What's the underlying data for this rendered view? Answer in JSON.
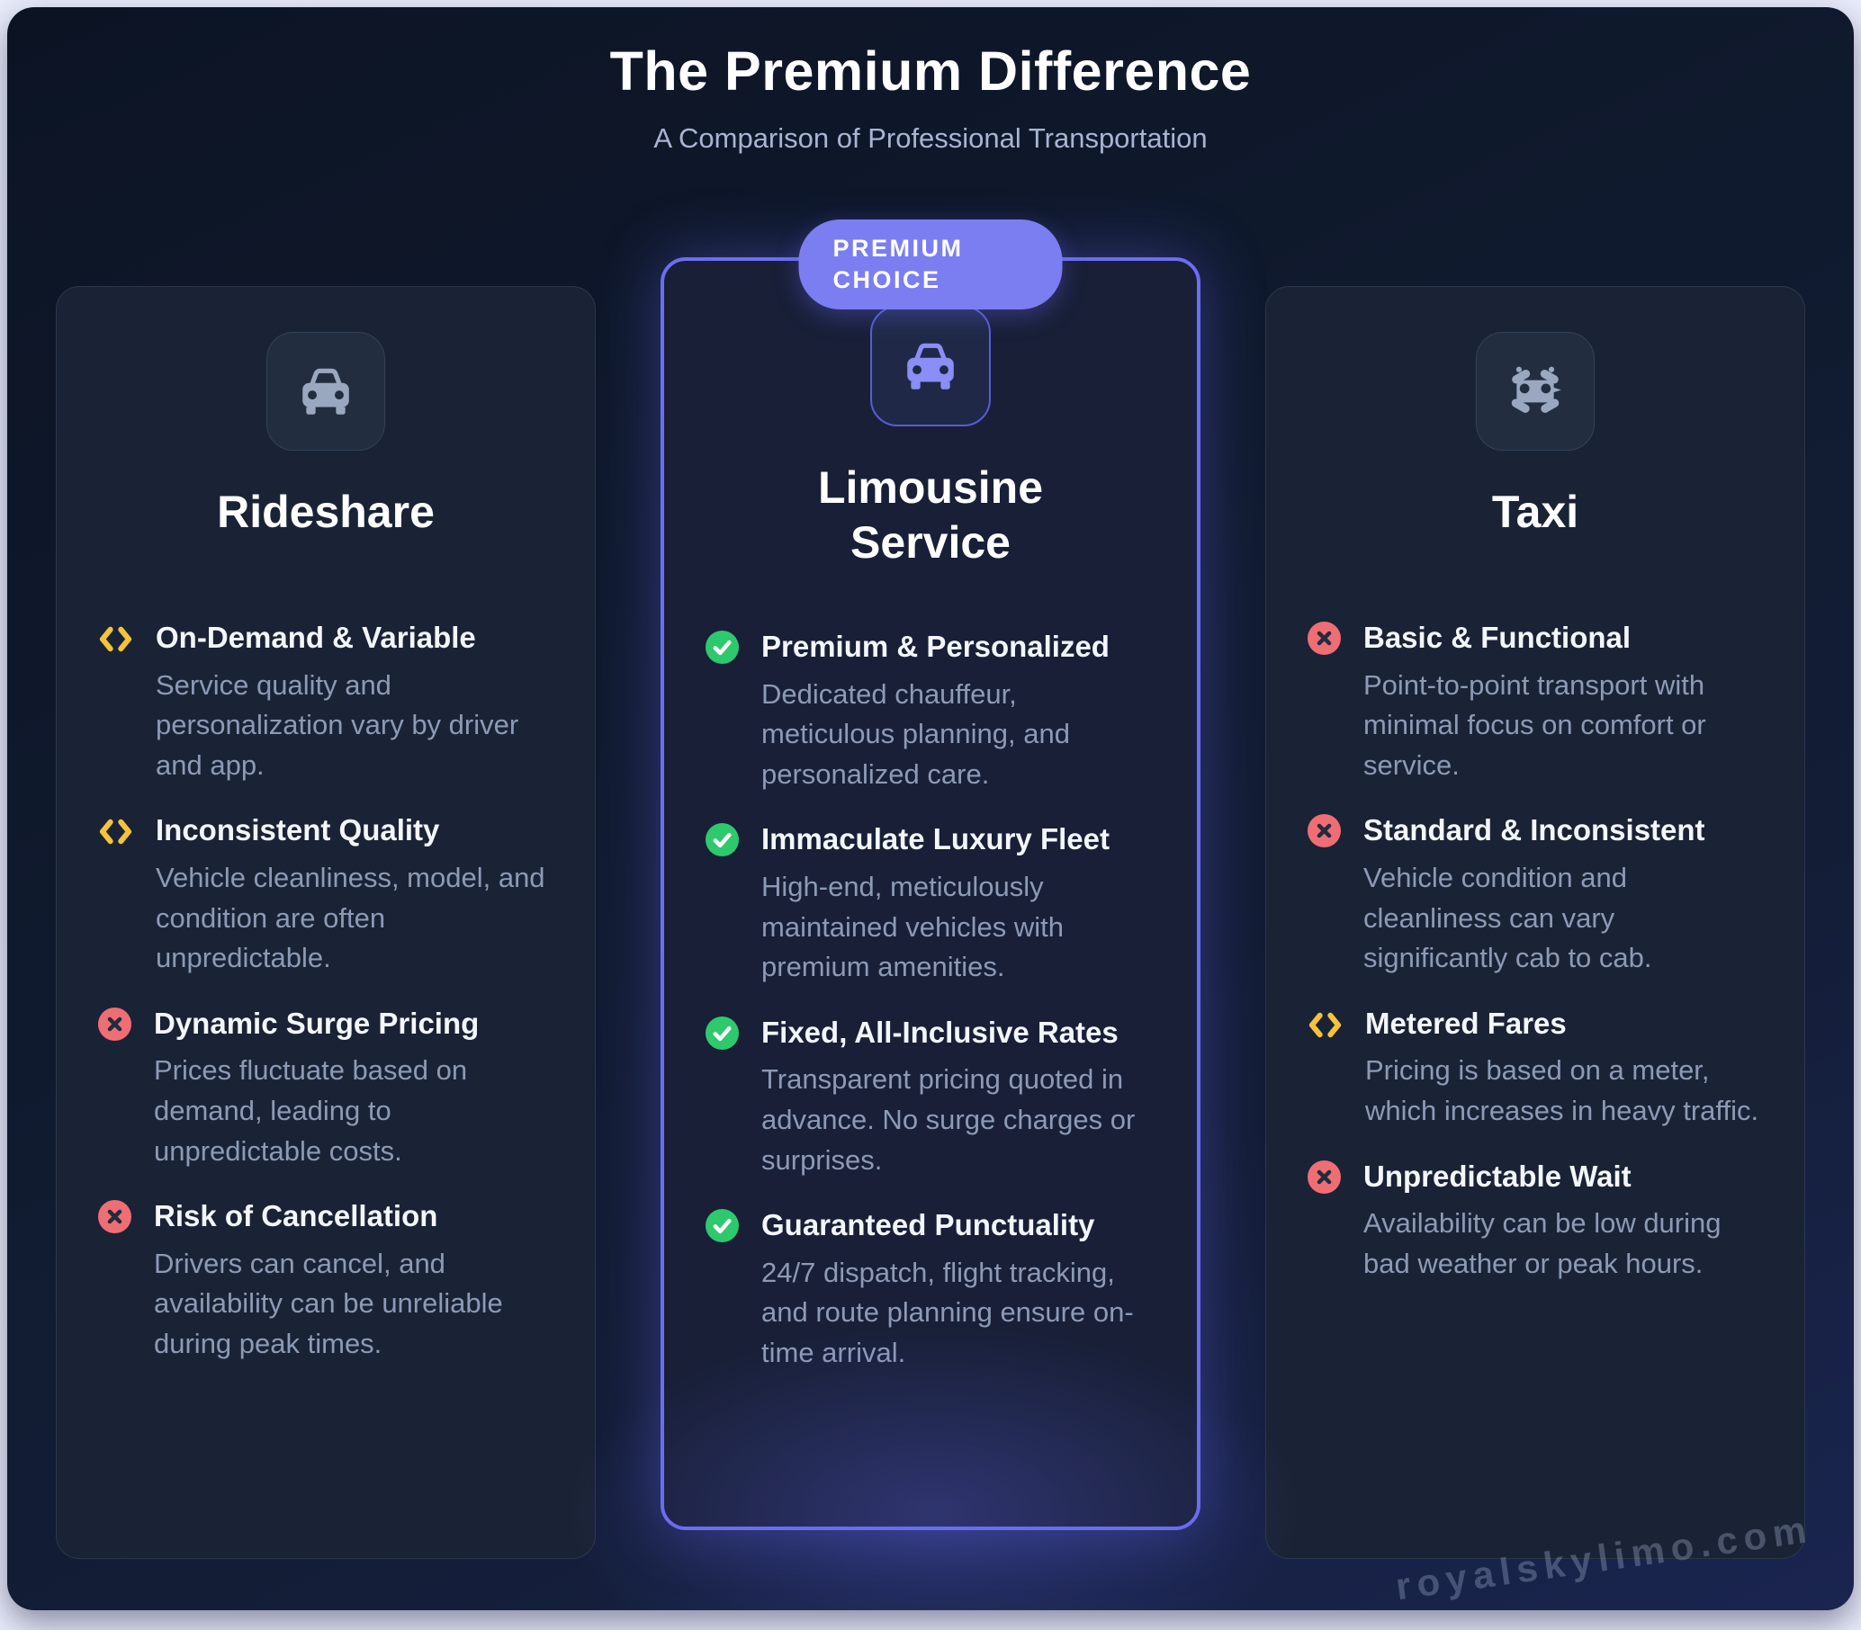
{
  "header": {
    "title": "The Premium Difference",
    "subtitle": "A Comparison of Professional Transportation"
  },
  "badge": {
    "line1": "PREMIUM",
    "line2": "CHOICE"
  },
  "watermark": {
    "text": "royalskylimo.com"
  },
  "colors": {
    "accent_indigo": "#6b6ef0",
    "badge_bg": "#7b7ef1",
    "positive_green": "#2dc96d",
    "negative_red": "#ee6e74",
    "neutral_yellow": "#f5c33b",
    "board_bg_dark": "#0c1424",
    "card_bg": "#1a2335",
    "title_white": "#ffffff",
    "desc_gray": "#8d9ab6"
  },
  "cards": [
    {
      "title": "Rideshare",
      "icon": "car-front-icon",
      "items": [
        {
          "status": "neutral",
          "title": "On-Demand & Variable",
          "desc": "Service quality and personalization vary by driver and app."
        },
        {
          "status": "neutral",
          "title": "Inconsistent Quality",
          "desc": "Vehicle cleanliness, model, and condition are often unpredictable."
        },
        {
          "status": "negative",
          "title": "Dynamic Surge Pricing",
          "desc": "Prices fluctuate based on demand, leading to unpredictable costs."
        },
        {
          "status": "negative",
          "title": "Risk of Cancellation",
          "desc": "Drivers can cancel, and availability can be unreliable during peak times."
        }
      ]
    },
    {
      "title": "Limousine Service",
      "icon": "car-front-icon",
      "badge": "PREMIUM CHOICE",
      "items": [
        {
          "status": "positive",
          "title": "Premium & Personalized",
          "desc": "Dedicated chauffeur, meticulous planning, and personalized care."
        },
        {
          "status": "positive",
          "title": "Immaculate Luxury Fleet",
          "desc": "High-end, meticulously maintained vehicles with premium amenities."
        },
        {
          "status": "positive",
          "title": "Fixed, All-Inclusive Rates",
          "desc": "Transparent pricing quoted in advance. No surge charges or surprises."
        },
        {
          "status": "positive",
          "title": "Guaranteed Punctuality",
          "desc": "24/7 dispatch, flight tracking, and route planning ensure on-time arrival."
        }
      ]
    },
    {
      "title": "Taxi",
      "icon": "taxi-top-icon",
      "items": [
        {
          "status": "negative",
          "title": "Basic & Functional",
          "desc": "Point-to-point transport with minimal focus on comfort or service."
        },
        {
          "status": "negative",
          "title": "Standard & Inconsistent",
          "desc": "Vehicle condition and cleanliness can vary significantly cab to cab."
        },
        {
          "status": "neutral",
          "title": "Metered Fares",
          "desc": "Pricing is based on a meter, which increases in heavy traffic."
        },
        {
          "status": "negative",
          "title": "Unpredictable Wait",
          "desc": "Availability can be low during bad weather or peak hours."
        }
      ]
    }
  ]
}
